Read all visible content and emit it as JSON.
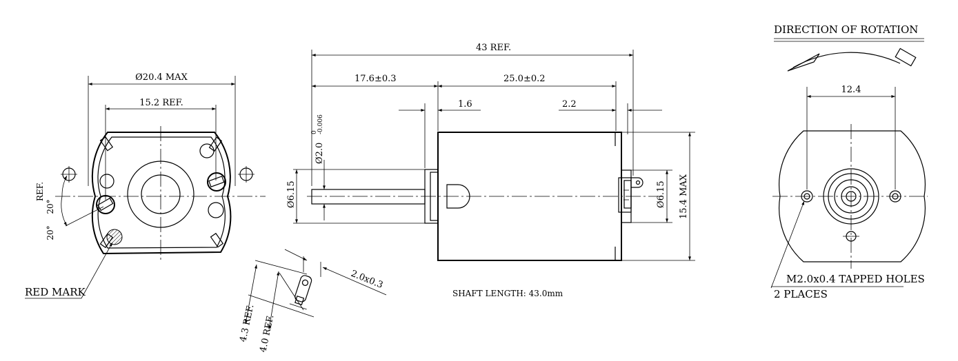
{
  "front_view": {
    "dim_width_max": "Ø20.4 MAX",
    "dim_mount_ref": "15.2 REF.",
    "dim_angle_top": "20°",
    "dim_angle_bottom": "20°",
    "dim_angle_ref": "REF.",
    "red_mark_label": "RED MARK"
  },
  "side_view": {
    "dim_overall": "43 REF.",
    "dim_shaft_exposed": "17.6±0.3",
    "dim_body_length": "25.0±0.2",
    "dim_flange": "1.6",
    "dim_rear": "2.2",
    "dim_shaft_dia": "Ø2.0",
    "dim_shaft_tol_upper": "0",
    "dim_shaft_tol_lower": "-0.006",
    "dim_boss_left": "Ø6.15",
    "dim_boss_right": "Ø6.15",
    "dim_body_dia": "15.4 MAX",
    "shaft_length_note": "SHAFT LENGTH: 43.0mm"
  },
  "terminal_detail": {
    "dim_thickness": "2.0x0.3",
    "dim_height_1": "4.3 REF.",
    "dim_height_2": "4.0 REF."
  },
  "rear_view": {
    "rotation_title": "DIRECTION OF ROTATION",
    "dim_hole_spacing": "12.4",
    "tapped_holes_line1": "M2.0x0.4 TAPPED HOLES",
    "tapped_holes_line2": "2 PLACES"
  }
}
